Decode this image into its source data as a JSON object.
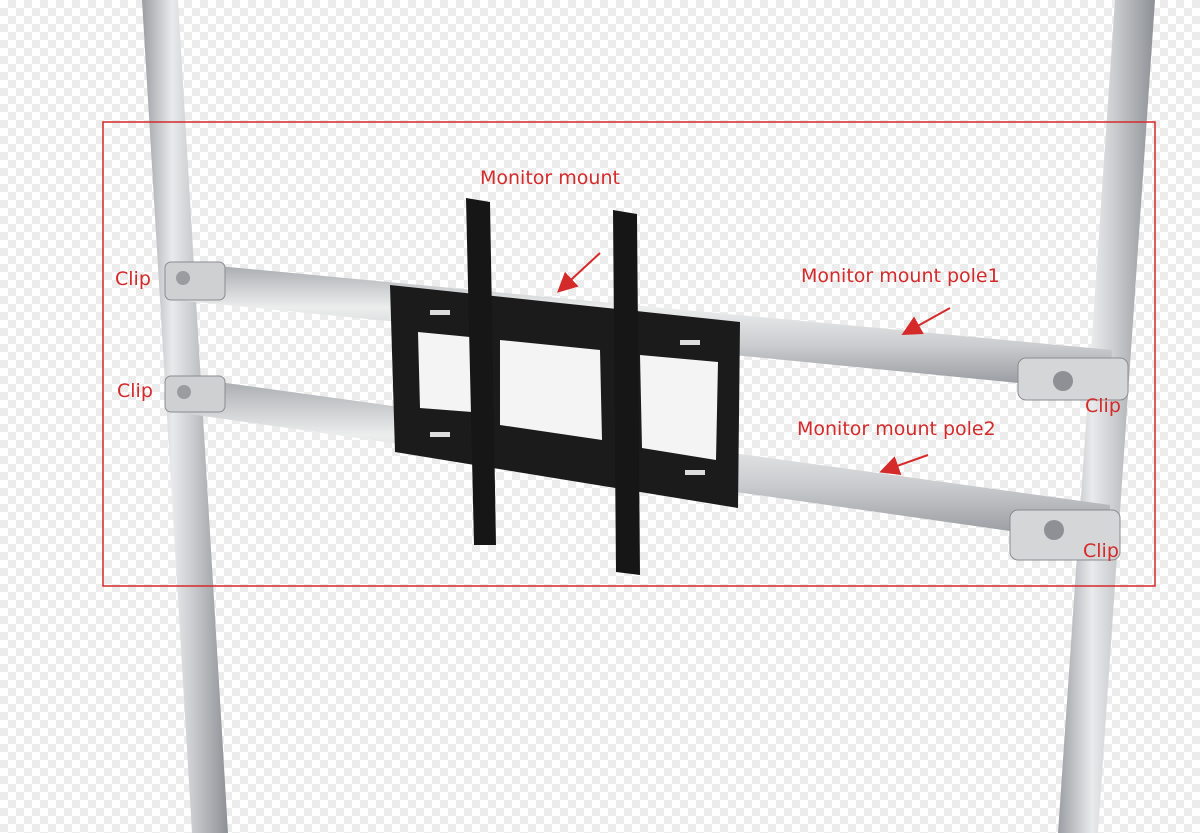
{
  "annotation_color": "#d42a2a",
  "labels": {
    "monitor_mount": "Monitor mount",
    "pole1": "Monitor mount pole1",
    "pole2": "Monitor mount pole2",
    "clip_top_left": "Clip",
    "clip_bottom_left": "Clip",
    "clip_top_right": "Clip",
    "clip_bottom_right": "Clip"
  }
}
